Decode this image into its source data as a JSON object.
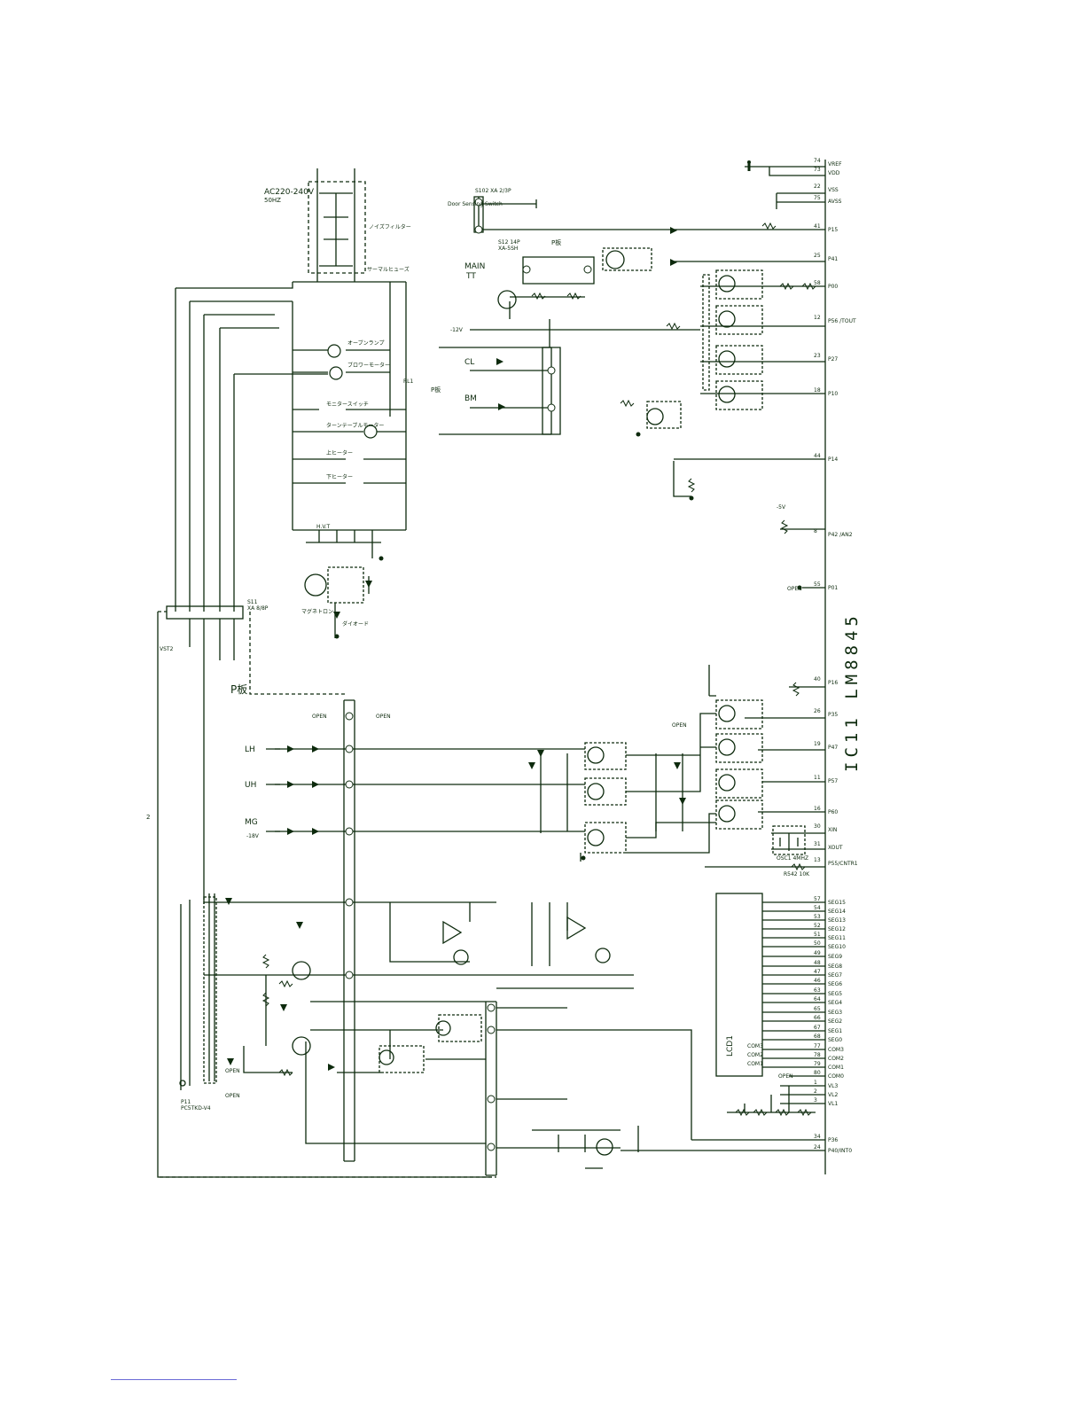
{
  "ic_label": "IC11 LM8845",
  "header_pins": [
    {
      "num": "74",
      "name": "VREF"
    },
    {
      "num": "73",
      "name": "VDD"
    },
    {
      "num": "22",
      "name": "VSS"
    },
    {
      "num": "75",
      "name": "AVSS"
    },
    {
      "num": "41",
      "name": "P15"
    },
    {
      "num": "25",
      "name": "P41"
    },
    {
      "num": "58",
      "name": "P00"
    },
    {
      "num": "12",
      "name": "P56 /TOUT"
    },
    {
      "num": "23",
      "name": "P27"
    },
    {
      "num": "18",
      "name": "P10"
    },
    {
      "num": "44",
      "name": "P14"
    },
    {
      "num": "8",
      "name": "P42 /AN2"
    },
    {
      "num": "55",
      "name": "P01"
    },
    {
      "num": "40",
      "name": "P16"
    },
    {
      "num": "26",
      "name": "P35"
    },
    {
      "num": "19",
      "name": "P47"
    },
    {
      "num": "11",
      "name": "P57"
    },
    {
      "num": "16",
      "name": "P60"
    },
    {
      "num": "30",
      "name": "XIN"
    },
    {
      "num": "31",
      "name": "XOUT"
    },
    {
      "num": "13",
      "name": "P55/CNTR1"
    }
  ],
  "seg_pins": [
    {
      "num": "57",
      "name": "SEG15"
    },
    {
      "num": "54",
      "name": "SEG14"
    },
    {
      "num": "53",
      "name": "SEG13"
    },
    {
      "num": "52",
      "name": "SEG12"
    },
    {
      "num": "51",
      "name": "SEG11"
    },
    {
      "num": "50",
      "name": "SEG10"
    },
    {
      "num": "49",
      "name": "SEG9"
    },
    {
      "num": "48",
      "name": "SEG8"
    },
    {
      "num": "47",
      "name": "SEG7"
    },
    {
      "num": "46",
      "name": "SEG6"
    },
    {
      "num": "63",
      "name": "SEG5"
    },
    {
      "num": "64",
      "name": "SEG4"
    },
    {
      "num": "65",
      "name": "SEG3"
    },
    {
      "num": "66",
      "name": "SEG2"
    },
    {
      "num": "67",
      "name": "SEG1"
    },
    {
      "num": "68",
      "name": "SEG0"
    },
    {
      "num": "77",
      "name": "COM3"
    },
    {
      "num": "78",
      "name": "COM2"
    },
    {
      "num": "79",
      "name": "COM1"
    },
    {
      "num": "80",
      "name": "COM0"
    },
    {
      "num": "1",
      "name": "VL3"
    },
    {
      "num": "2",
      "name": "VL2"
    },
    {
      "num": "3",
      "name": "VL1"
    },
    {
      "num": "34",
      "name": "P36"
    },
    {
      "num": "24",
      "name": "P40/INT0"
    }
  ],
  "lcd_label": "LCD1",
  "lcd_pin_labels": [
    "COM3",
    "COM2",
    "COM1"
  ],
  "labels": {
    "ac_input": "AC220-240V",
    "ac_freq": "50HZ",
    "noise_filter": "ノイズフィルター",
    "thermal_fuse": "サーマルヒューズ",
    "door_switch": "Door Sensing Switch",
    "s102": "S102 XA 2/3P",
    "s12": "S12 14P",
    "s12b": "XA-5SH",
    "p_board": "P板",
    "main_tt": "MAIN",
    "main_tt2": "TT",
    "cl": "CL",
    "bm": "BM",
    "lh": "LH",
    "uh": "UH",
    "mg": "MG",
    "open1": "OPEN",
    "open2": "OPEN",
    "open3": "OPEN",
    "open4": "OPEN",
    "open5": "OPEN",
    "open6": "OPEN",
    "open7": "OPEN",
    "s11": "S11",
    "s11b": "XA 8/8P",
    "vst2": "VST2",
    "p11": "P11",
    "p11b": "PC5TKD-V4",
    "magnetron": "マグネトロン",
    "hvt": "H.V.T",
    "diode": "ダイオード",
    "oven_lamp": "オーブンランプ",
    "fan_motor": "ブロワーモーター",
    "tt_motor": "ターンテーブルモーター",
    "mon_switch": "モニタースイッチ",
    "upper_heater": "上ヒーター",
    "lower_heater": "下ヒーター",
    "ry_label": "RL1",
    "osc": "OSC1 4MHZ",
    "r542": "R542 10K",
    "minus5v": "-5V",
    "minus12v": "-12V",
    "minus18v": "-18V",
    "left_num": "2"
  }
}
